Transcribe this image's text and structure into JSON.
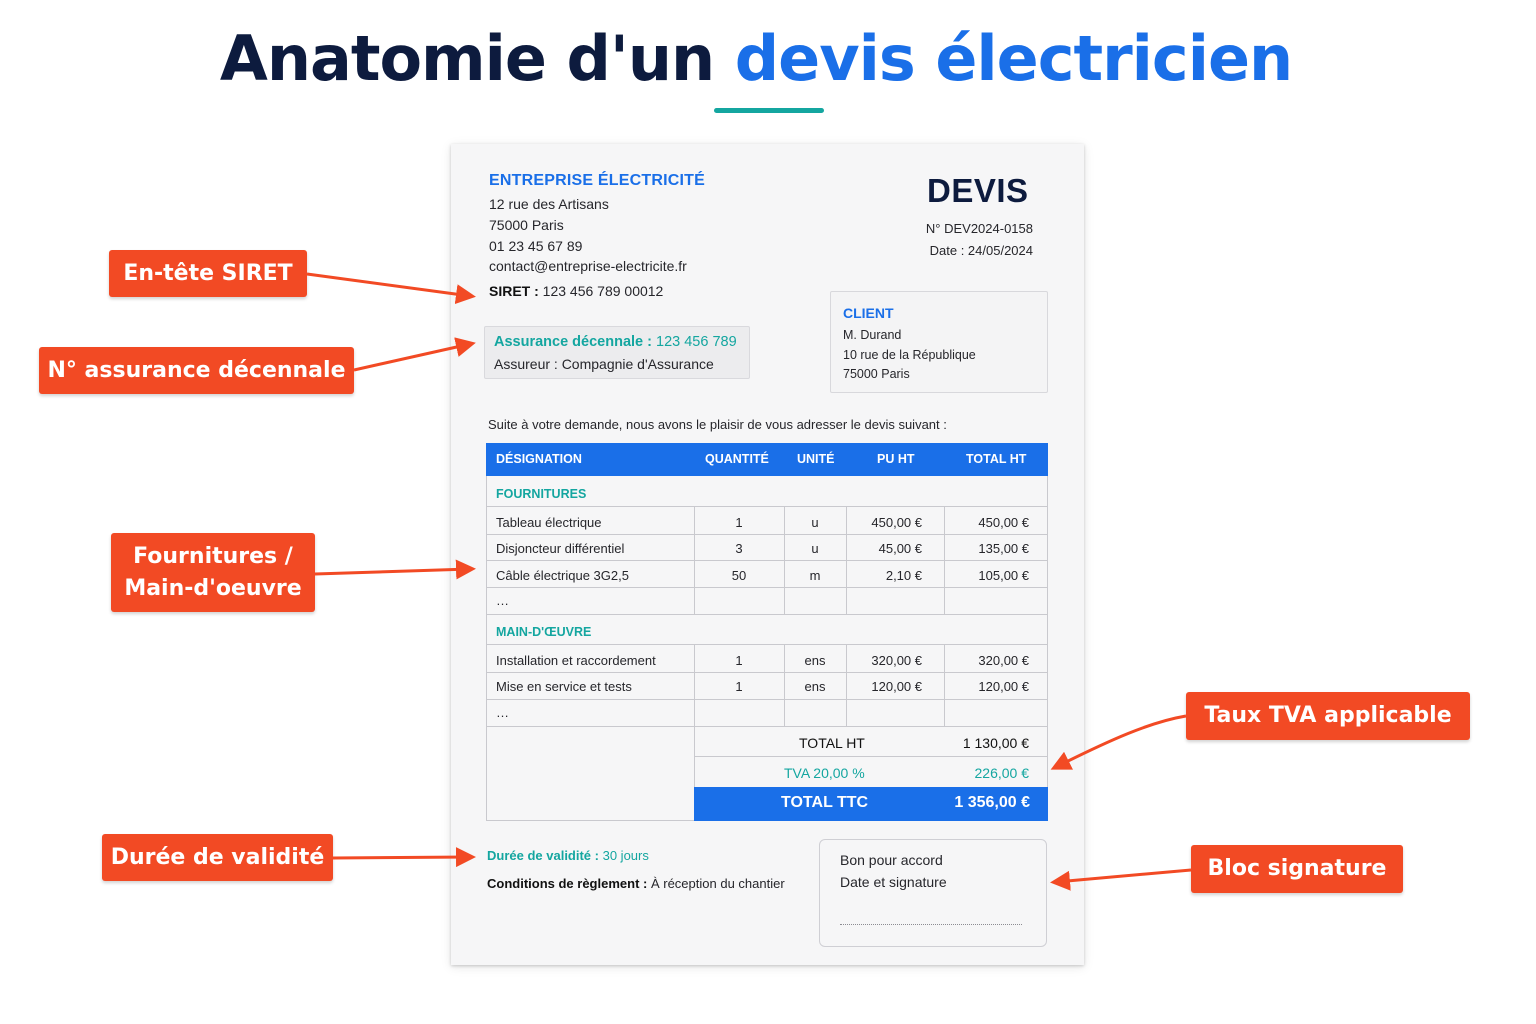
{
  "title": {
    "part1": "Anatomie d'un ",
    "part2": "devis électricien"
  },
  "company": {
    "name": "ENTREPRISE ÉLECTRICITÉ",
    "address1": "12 rue des Artisans",
    "address2": "75000 Paris",
    "phone": "01 23 45 67 89",
    "email": "contact@entreprise-electricite.fr",
    "siret_label": "SIRET :",
    "siret_value": "123 456 789 00012"
  },
  "devis": {
    "title": "DEVIS",
    "number": "N° DEV2024-0158",
    "date": "Date : 24/05/2024"
  },
  "insurance": {
    "label": "Assurance décennale :",
    "number": "123 456 789",
    "insurer": "Assureur : Compagnie d'Assurance"
  },
  "client": {
    "title": "CLIENT",
    "name": "M. Durand",
    "address1": "10 rue de la République",
    "address2": "75000 Paris"
  },
  "intro": "Suite à votre demande, nous avons le plaisir de vous adresser le devis suivant :",
  "table": {
    "headers": [
      "DÉSIGNATION",
      "QUANTITÉ",
      "UNITÉ",
      "PU HT",
      "TOTAL HT"
    ],
    "section1": "FOURNITURES",
    "rows1": [
      [
        "Tableau électrique",
        "1",
        "u",
        "450,00 €",
        "450,00 €"
      ],
      [
        "Disjoncteur différentiel",
        "3",
        "u",
        "45,00 €",
        "135,00 €"
      ],
      [
        "Câble électrique 3G2,5",
        "50",
        "m",
        "2,10 €",
        "105,00 €"
      ]
    ],
    "ellipsis": "…",
    "section2": "MAIN-D'ŒUVRE",
    "rows2": [
      [
        "Installation et raccordement",
        "1",
        "ens",
        "320,00 €",
        "320,00 €"
      ],
      [
        "Mise en service et tests",
        "1",
        "ens",
        "120,00 €",
        "120,00 €"
      ]
    ]
  },
  "totals": {
    "ht_label": "TOTAL HT",
    "ht_value": "1 130,00 €",
    "tva_label": "TVA 20,00 %",
    "tva_value": "226,00 €",
    "ttc_label": "TOTAL TTC",
    "ttc_value": "1 356,00 €"
  },
  "validity": {
    "label": "Durée de validité :",
    "value": "30 jours"
  },
  "conditions": {
    "label": "Conditions de règlement :",
    "value": "À réception du chantier"
  },
  "signature": {
    "line1": "Bon pour accord",
    "line2": "Date et signature"
  },
  "labels": {
    "siret": "En-tête SIRET",
    "assurance": "N° assurance décennale",
    "fournitures_line1": "Fournitures /",
    "fournitures_line2": "Main-d'oeuvre",
    "validite": "Durée de validité",
    "tva": "Taux TVA applicable",
    "signature": "Bloc signature"
  },
  "colors": {
    "accent_blue": "#1a6fe8",
    "teal": "#14a6a0",
    "label_orange": "#f24a24",
    "navy": "#0d1b3e"
  }
}
